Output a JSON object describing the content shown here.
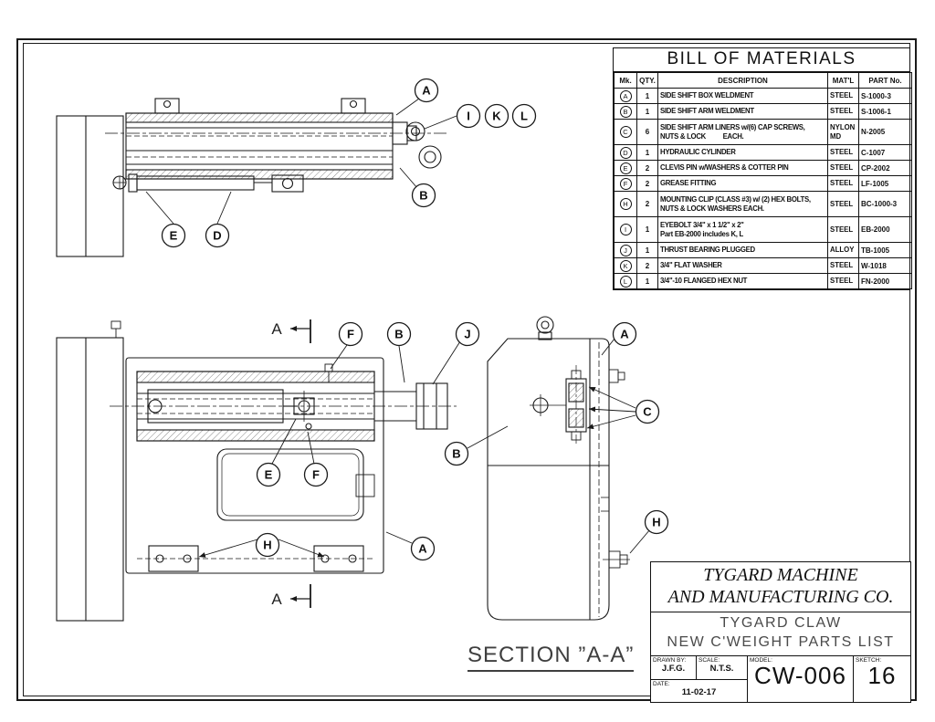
{
  "colors": {
    "ink": "#1a1a1a",
    "muted": "#4a4a4a"
  },
  "bom": {
    "title": "BILL OF MATERIALS",
    "headers": {
      "mk": "Mk.",
      "qty": "QTY.",
      "desc": "DESCRIPTION",
      "matl": "MAT'L",
      "part": "PART No."
    },
    "rows": [
      {
        "mk": "A",
        "qty": "1",
        "desc": "SIDE SHIFT BOX WELDMENT",
        "matl": "STEEL",
        "part": "S-1000-3"
      },
      {
        "mk": "B",
        "qty": "1",
        "desc": "SIDE SHIFT ARM WELDMENT",
        "matl": "STEEL",
        "part": "S-1006-1"
      },
      {
        "mk": "C",
        "qty": "6",
        "desc": "SIDE SHIFT ARM LINERS w/(6) CAP SCREWS,\nNUTS & LOCK          EACH.",
        "matl": "NYLON\nMD",
        "part": "N-2005"
      },
      {
        "mk": "D",
        "qty": "1",
        "desc": "HYDRAULIC CYLINDER",
        "matl": "STEEL",
        "part": "C-1007"
      },
      {
        "mk": "E",
        "qty": "2",
        "desc": "CLEVIS PIN w/WASHERS & COTTER PIN",
        "matl": "STEEL",
        "part": "CP-2002"
      },
      {
        "mk": "F",
        "qty": "2",
        "desc": "GREASE FITTING",
        "matl": "STEEL",
        "part": "LF-1005"
      },
      {
        "mk": "H",
        "qty": "2",
        "desc": "MOUNTING CLIP (CLASS #3) w/ (2) HEX BOLTS,\nNUTS & LOCK WASHERS EACH.",
        "matl": "STEEL",
        "part": "BC-1000-3"
      },
      {
        "mk": "I",
        "qty": "1",
        "desc": "EYEBOLT 3/4\" x 1 1/2\" x 2\"\nPart EB-2000 includes K, L",
        "matl": "STEEL",
        "part": "EB-2000"
      },
      {
        "mk": "J",
        "qty": "1",
        "desc": "THRUST BEARING PLUGGED",
        "matl": "ALLOY",
        "part": "TB-1005"
      },
      {
        "mk": "K",
        "qty": "2",
        "desc": "3/4\" FLAT WASHER",
        "matl": "STEEL",
        "part": "W-1018"
      },
      {
        "mk": "L",
        "qty": "1",
        "desc": "3/4\"-10 FLANGED HEX NUT",
        "matl": "STEEL",
        "part": "FN-2000"
      }
    ]
  },
  "title_block": {
    "company_line1": "TYGARD MACHINE",
    "company_line2": "AND MANUFACTURING CO.",
    "drawing_title_line1": "TYGARD CLAW",
    "drawing_title_line2": "NEW C'WEIGHT PARTS LIST",
    "drawn_by_label": "DRAWN BY:",
    "drawn_by": "J.F.G.",
    "scale_label": "SCALE:",
    "scale": "N.T.S.",
    "date_label": "DATE:",
    "date": "11-02-17",
    "model_label": "MODEL:",
    "model": "CW-006",
    "sketch_label": "SKETCH:",
    "sketch": "16"
  },
  "section_label": "SECTION ”A-A”",
  "section_arrow_label": "A",
  "balloons": [
    {
      "letter": "A"
    },
    {
      "letter": "I"
    },
    {
      "letter": "K"
    },
    {
      "letter": "L"
    },
    {
      "letter": "B"
    },
    {
      "letter": "E"
    },
    {
      "letter": "D"
    },
    {
      "letter": "F"
    },
    {
      "letter": "B"
    },
    {
      "letter": "J"
    },
    {
      "letter": "E"
    },
    {
      "letter": "F"
    },
    {
      "letter": "H"
    },
    {
      "letter": "A"
    },
    {
      "letter": "A"
    },
    {
      "letter": "C"
    },
    {
      "letter": "B"
    },
    {
      "letter": "H"
    }
  ]
}
